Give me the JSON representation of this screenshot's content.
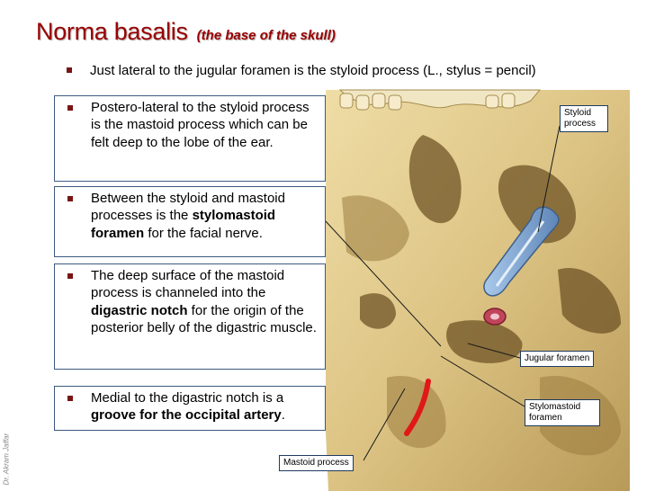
{
  "title": {
    "main": "Norma basalis",
    "sub": "(the base of the skull)"
  },
  "credit": "Dr. Akram Jaffar",
  "bullets": {
    "b1": "Just lateral to the jugular foramen is the styloid process (L., stylus = pencil)",
    "b2": "Postero-lateral to the styloid process is the mastoid process which can be felt deep to the lobe of the ear.",
    "b3_pre": "Between the styloid and mastoid processes is the ",
    "b3_bold": "stylomastoid foramen",
    "b3_post": " for the facial nerve.",
    "b4_pre": "The deep surface of the mastoid process is channeled into the ",
    "b4_bold": "digastric notch",
    "b4_post": " for the origin of the posterior belly of the digastric muscle.",
    "b5_pre": "Medial to the digastric notch is a ",
    "b5_bold": "groove for the occipital artery",
    "b5_post": "."
  },
  "labels": {
    "styloid": "Styloid process",
    "jugular": "Jugular foramen",
    "stylomastoid": "Stylomastoid foramen",
    "mastoid": "Mastoid process"
  },
  "colors": {
    "title": "#990000",
    "bone": "#e3cf93",
    "bone_shadow": "#8a6c33",
    "styloid_highlight": "#7fa8d6",
    "jugular_highlight": "#c0445a",
    "groove_line": "#e01818",
    "box_border": "#3d5a80"
  }
}
